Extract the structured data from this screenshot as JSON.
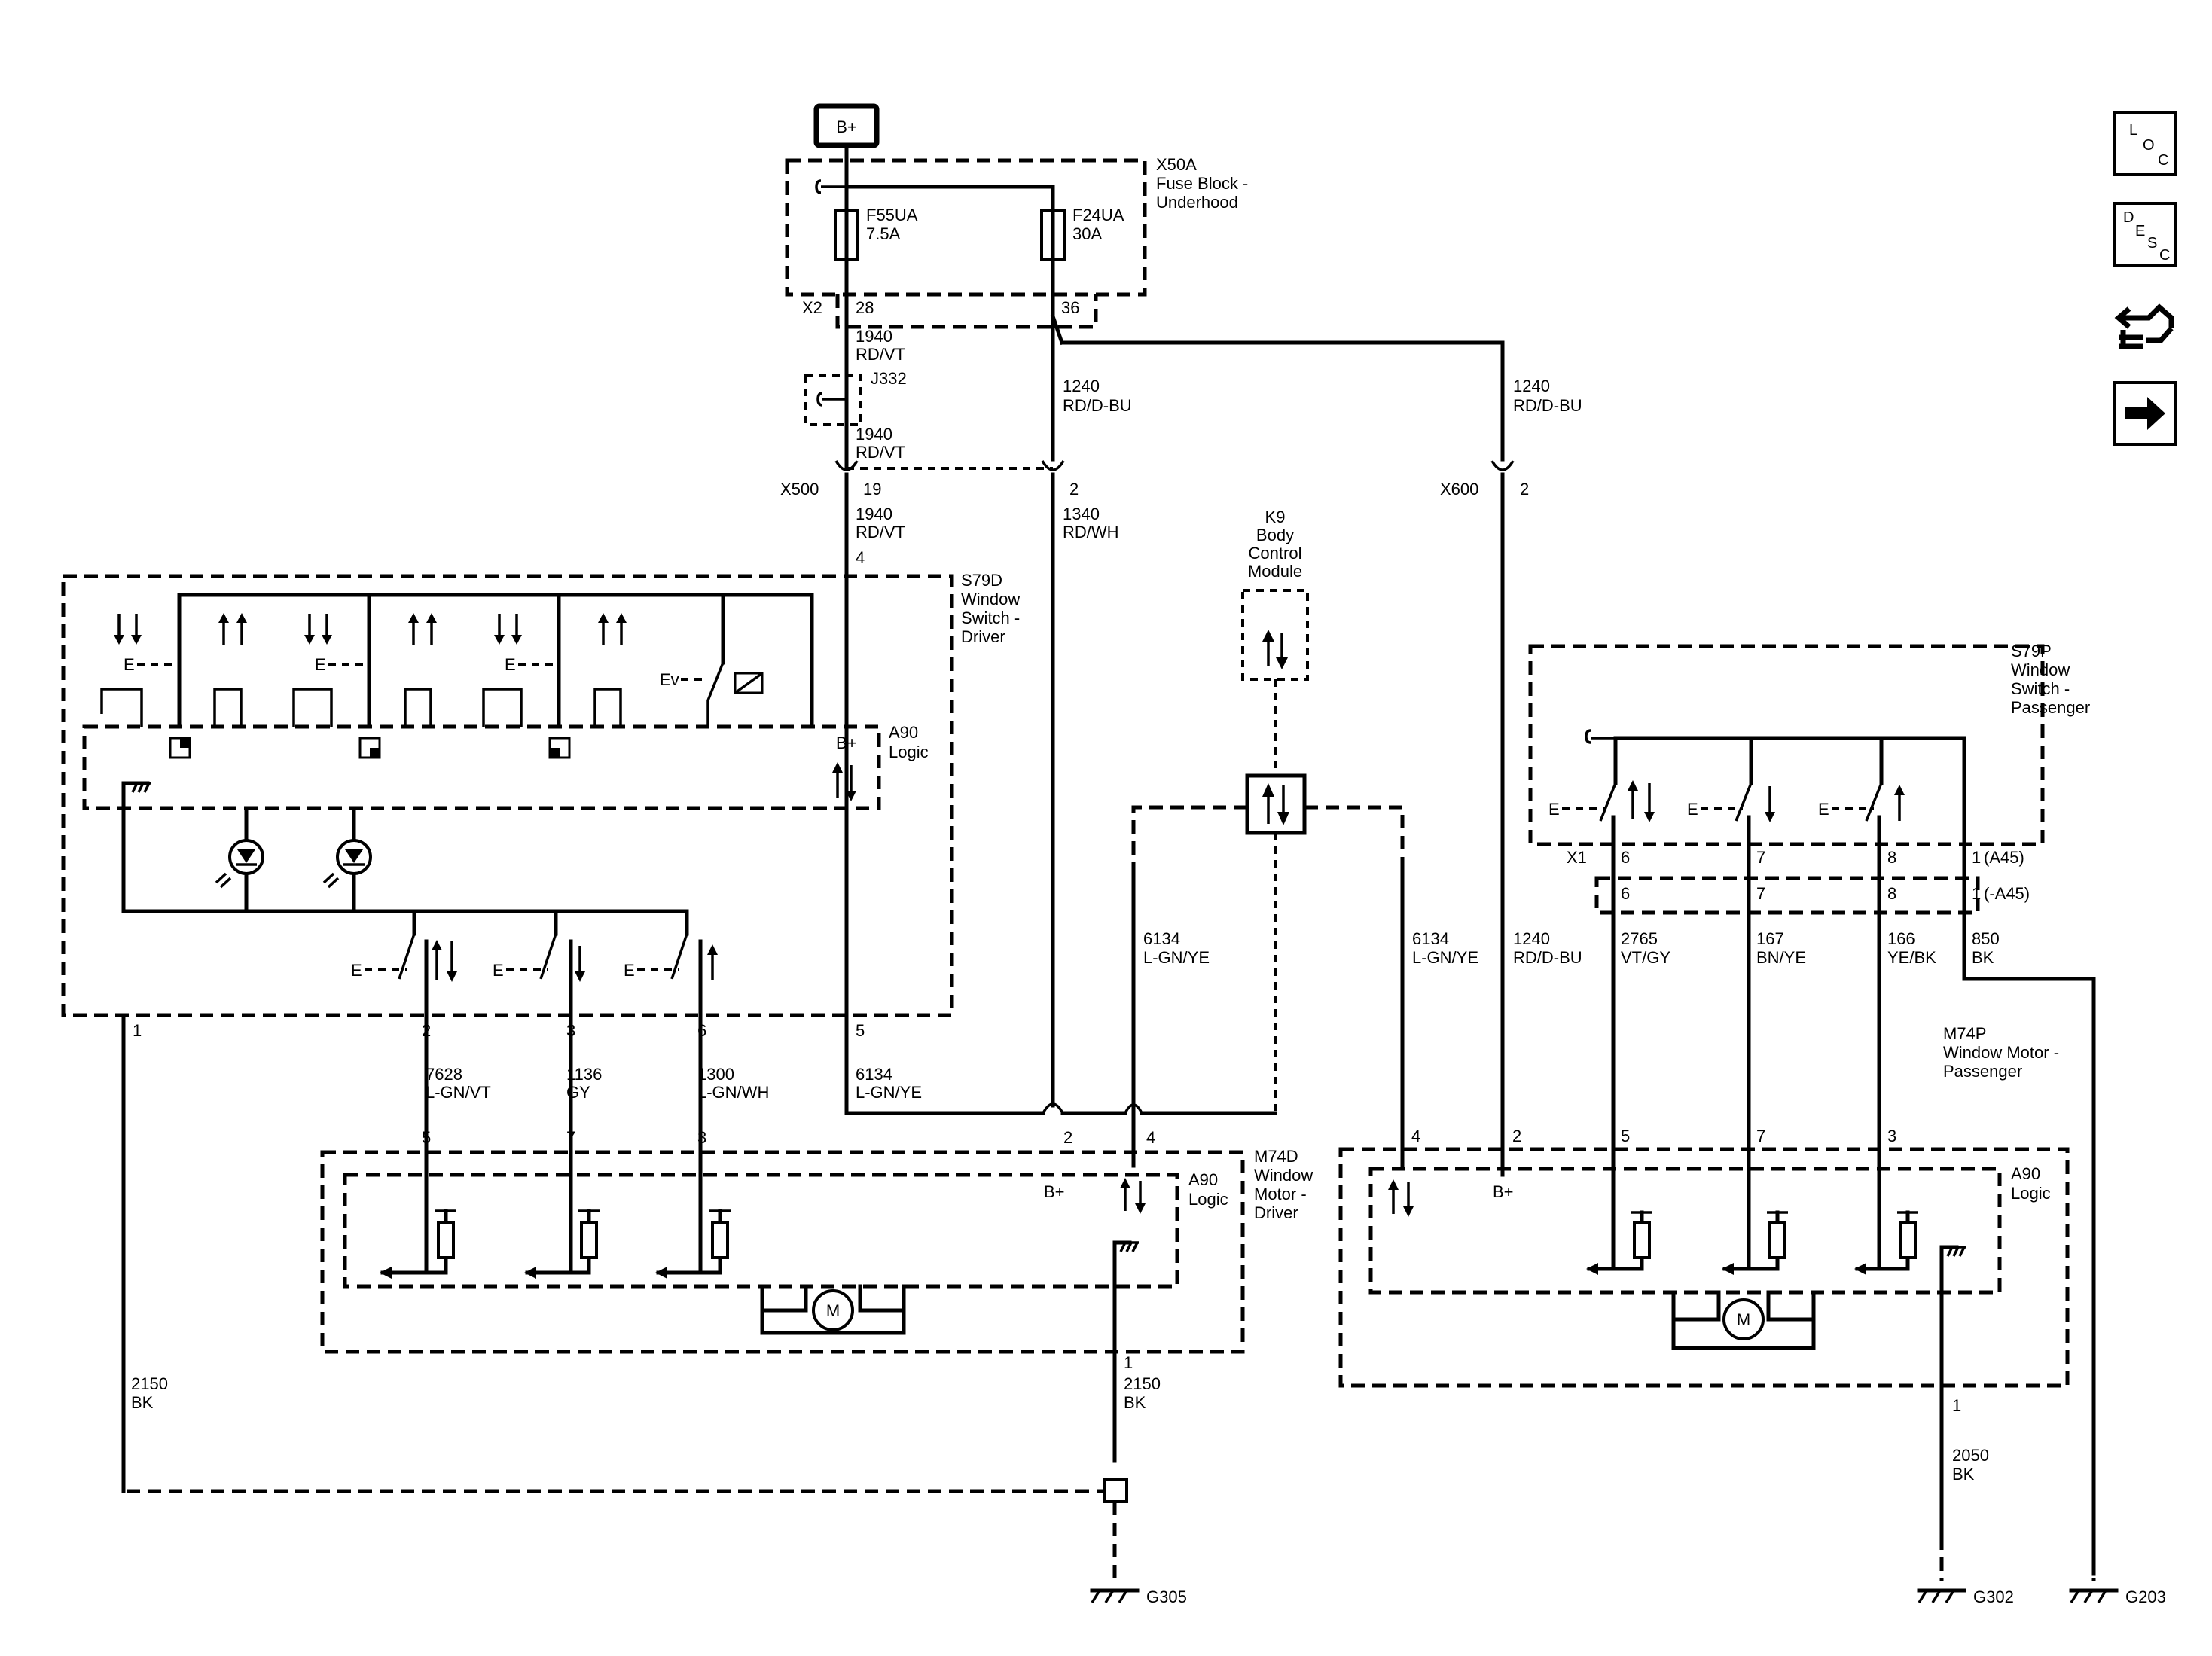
{
  "power": {
    "label": "B+"
  },
  "fuse_block": {
    "id": "X50A",
    "name_lines": [
      "Fuse Block -",
      "Underhood"
    ]
  },
  "fuses": [
    {
      "name": "F55UA",
      "rating": "7.5A"
    },
    {
      "name": "F24UA",
      "rating": "30A"
    }
  ],
  "connectors": {
    "x2": {
      "id": "X2",
      "pin_a": "28",
      "pin_b": "36"
    },
    "j332": {
      "id": "J332"
    },
    "x500": {
      "id": "X500",
      "pin_a": "19",
      "pin_b": "2"
    },
    "x600": {
      "id": "X600",
      "pin": "2"
    },
    "x1": {
      "id": "X1",
      "pins": [
        "6",
        "7",
        "8",
        "1"
      ],
      "pins2": [
        "6",
        "7",
        "8",
        "1"
      ],
      "opt_a": "(A45)",
      "opt_b": "(-A45)"
    }
  },
  "wires": {
    "w1940": {
      "circuit": "1940",
      "color": "RD/VT"
    },
    "w1240": {
      "circuit": "1240",
      "color": "RD/D-BU"
    },
    "w1340": {
      "circuit": "1340",
      "color": "RD/WH"
    },
    "w6134": {
      "circuit": "6134",
      "color": "L-GN/YE"
    },
    "w7628": {
      "circuit": "7628",
      "color": "L-GN/VT"
    },
    "w1136": {
      "circuit": "1136",
      "color": "GY"
    },
    "w1300": {
      "circuit": "1300",
      "color": "L-GN/WH"
    },
    "w2150": {
      "circuit": "2150",
      "color": "BK"
    },
    "w2765": {
      "circuit": "2765",
      "color": "VT/GY"
    },
    "w167": {
      "circuit": "167",
      "color": "BN/YE"
    },
    "w166": {
      "circuit": "166",
      "color": "YE/BK"
    },
    "w850": {
      "circuit": "850",
      "color": "BK"
    },
    "w2050": {
      "circuit": "2050",
      "color": "BK"
    }
  },
  "bcm": {
    "id": "K9",
    "name_lines": [
      "Body",
      "Control",
      "Module"
    ]
  },
  "driver_switch": {
    "id": "S79D",
    "name_lines": [
      "Window",
      "Switch -",
      "Driver"
    ],
    "logic": "A90",
    "logic_label": "Logic",
    "bplus": "B+",
    "pins": {
      "p4": "4",
      "p1": "1",
      "p2": "2",
      "p3": "3",
      "p6": "6",
      "p5": "5"
    }
  },
  "passenger_switch": {
    "id": "S79P",
    "name_lines": [
      "Window",
      "Switch -",
      "Passenger"
    ]
  },
  "driver_motor": {
    "id": "M74D",
    "name_lines": [
      "Window",
      "Motor -",
      "Driver"
    ],
    "logic": "A90",
    "logic_label": "Logic",
    "bplus": "B+",
    "motor": "M",
    "pins": {
      "p5": "5",
      "p7": "7",
      "p3": "3",
      "p2": "2",
      "p4": "4",
      "p1": "1"
    }
  },
  "passenger_motor": {
    "id": "M74P",
    "name_lines": [
      "Window Motor -",
      "Passenger"
    ],
    "logic": "A90",
    "logic_label": "Logic",
    "bplus": "B+",
    "motor": "M",
    "pins": {
      "p4": "4",
      "p2": "2",
      "p5": "5",
      "p7": "7",
      "p3": "3",
      "p1": "1"
    }
  },
  "grounds": {
    "g305": "G305",
    "g302": "G302",
    "g203": "G203"
  },
  "nav": {
    "loc": [
      "L",
      "O",
      "C"
    ],
    "desc": [
      "D",
      "E",
      "S",
      "C"
    ],
    "next_icon": "arrow-right-icon",
    "service_icon": "service-link-icon"
  }
}
